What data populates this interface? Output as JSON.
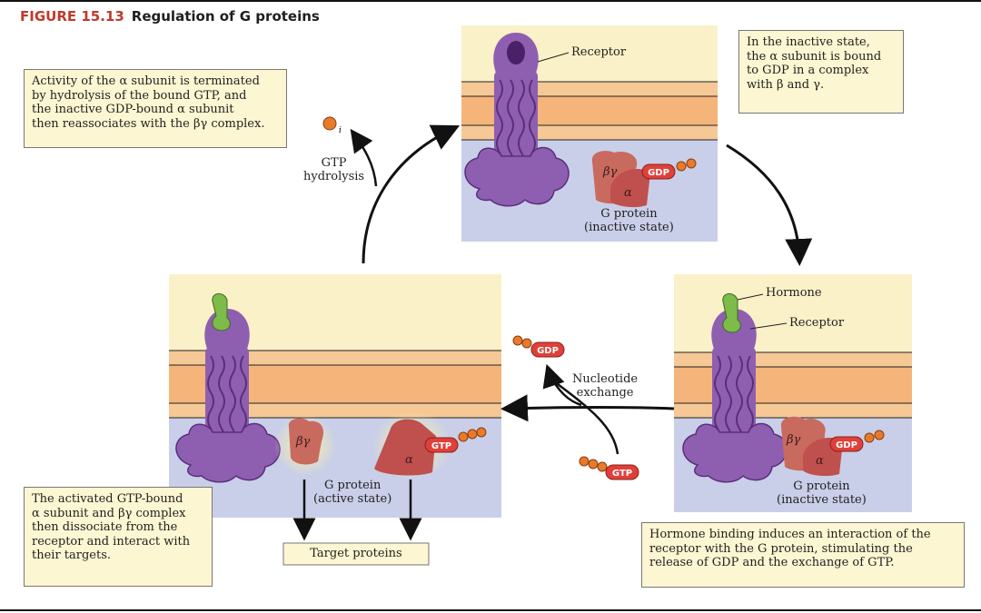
{
  "figure": {
    "number": "FIGURE 15.13",
    "title": "Regulation of G proteins"
  },
  "captions": {
    "top_left": [
      "Activity of the α subunit is terminated",
      "by hydrolysis of the bound GTP, and",
      "the inactive GDP-bound α subunit",
      "then reassociates with the βγ complex."
    ],
    "top_right": [
      "In the inactive state,",
      "the α subunit is bound",
      "to GDP in a complex",
      "with β and γ."
    ],
    "bottom_left": [
      "The activated GTP-bound",
      "α subunit and βγ complex",
      "then dissociate from the",
      "receptor and interact with",
      "their targets."
    ],
    "bottom_right": [
      "Hormone binding induces an interaction of the",
      "receptor with the G protein, stimulating the",
      "release of GDP and the exchange of GTP."
    ]
  },
  "labels": {
    "receptor_top": "Receptor",
    "gprotein_top": [
      "G protein",
      "(inactive state)"
    ],
    "gtp_hydrolysis": [
      "GTP",
      "hydrolysis"
    ],
    "hormone": "Hormone",
    "receptor_right": "Receptor",
    "gprotein_right": [
      "G protein",
      "(inactive state)"
    ],
    "nucleotide_exchange": [
      "Nucleotide",
      "exchange"
    ],
    "gprotein_left": [
      "G protein",
      "(active state)"
    ],
    "target_proteins": "Target proteins"
  },
  "molecules": {
    "gdp": "GDP",
    "gtp": "GTP",
    "alpha": "α",
    "betagamma": "βγ"
  },
  "colors": {
    "receptor": "#8e5fb0",
    "receptor_dark": "#5b2e7a",
    "membrane_orange": "#f5b47a",
    "cytoplasm": "#c9cfe8",
    "extracellular": "#fbf1c8",
    "g_alpha": "#c0504d",
    "betagamma": "#c96a5f",
    "nucleotide": "#e0403a",
    "hormone": "#7dbb4a"
  }
}
